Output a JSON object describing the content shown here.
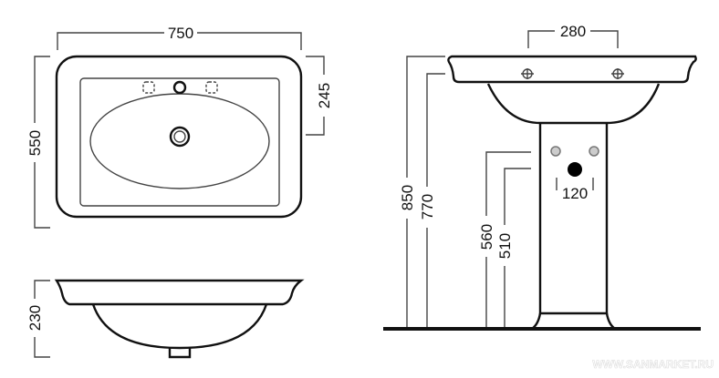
{
  "dimensions": {
    "width_total": "750",
    "depth_total": "550",
    "tap_offset": "245",
    "bowl_height": "230",
    "tap_spacing": "280",
    "total_height": "850",
    "rim_height": "770",
    "supply_height": "560",
    "drain_height": "510",
    "pipe_spacing": "120"
  },
  "watermark": "WWW.SANMARKET.RU"
}
